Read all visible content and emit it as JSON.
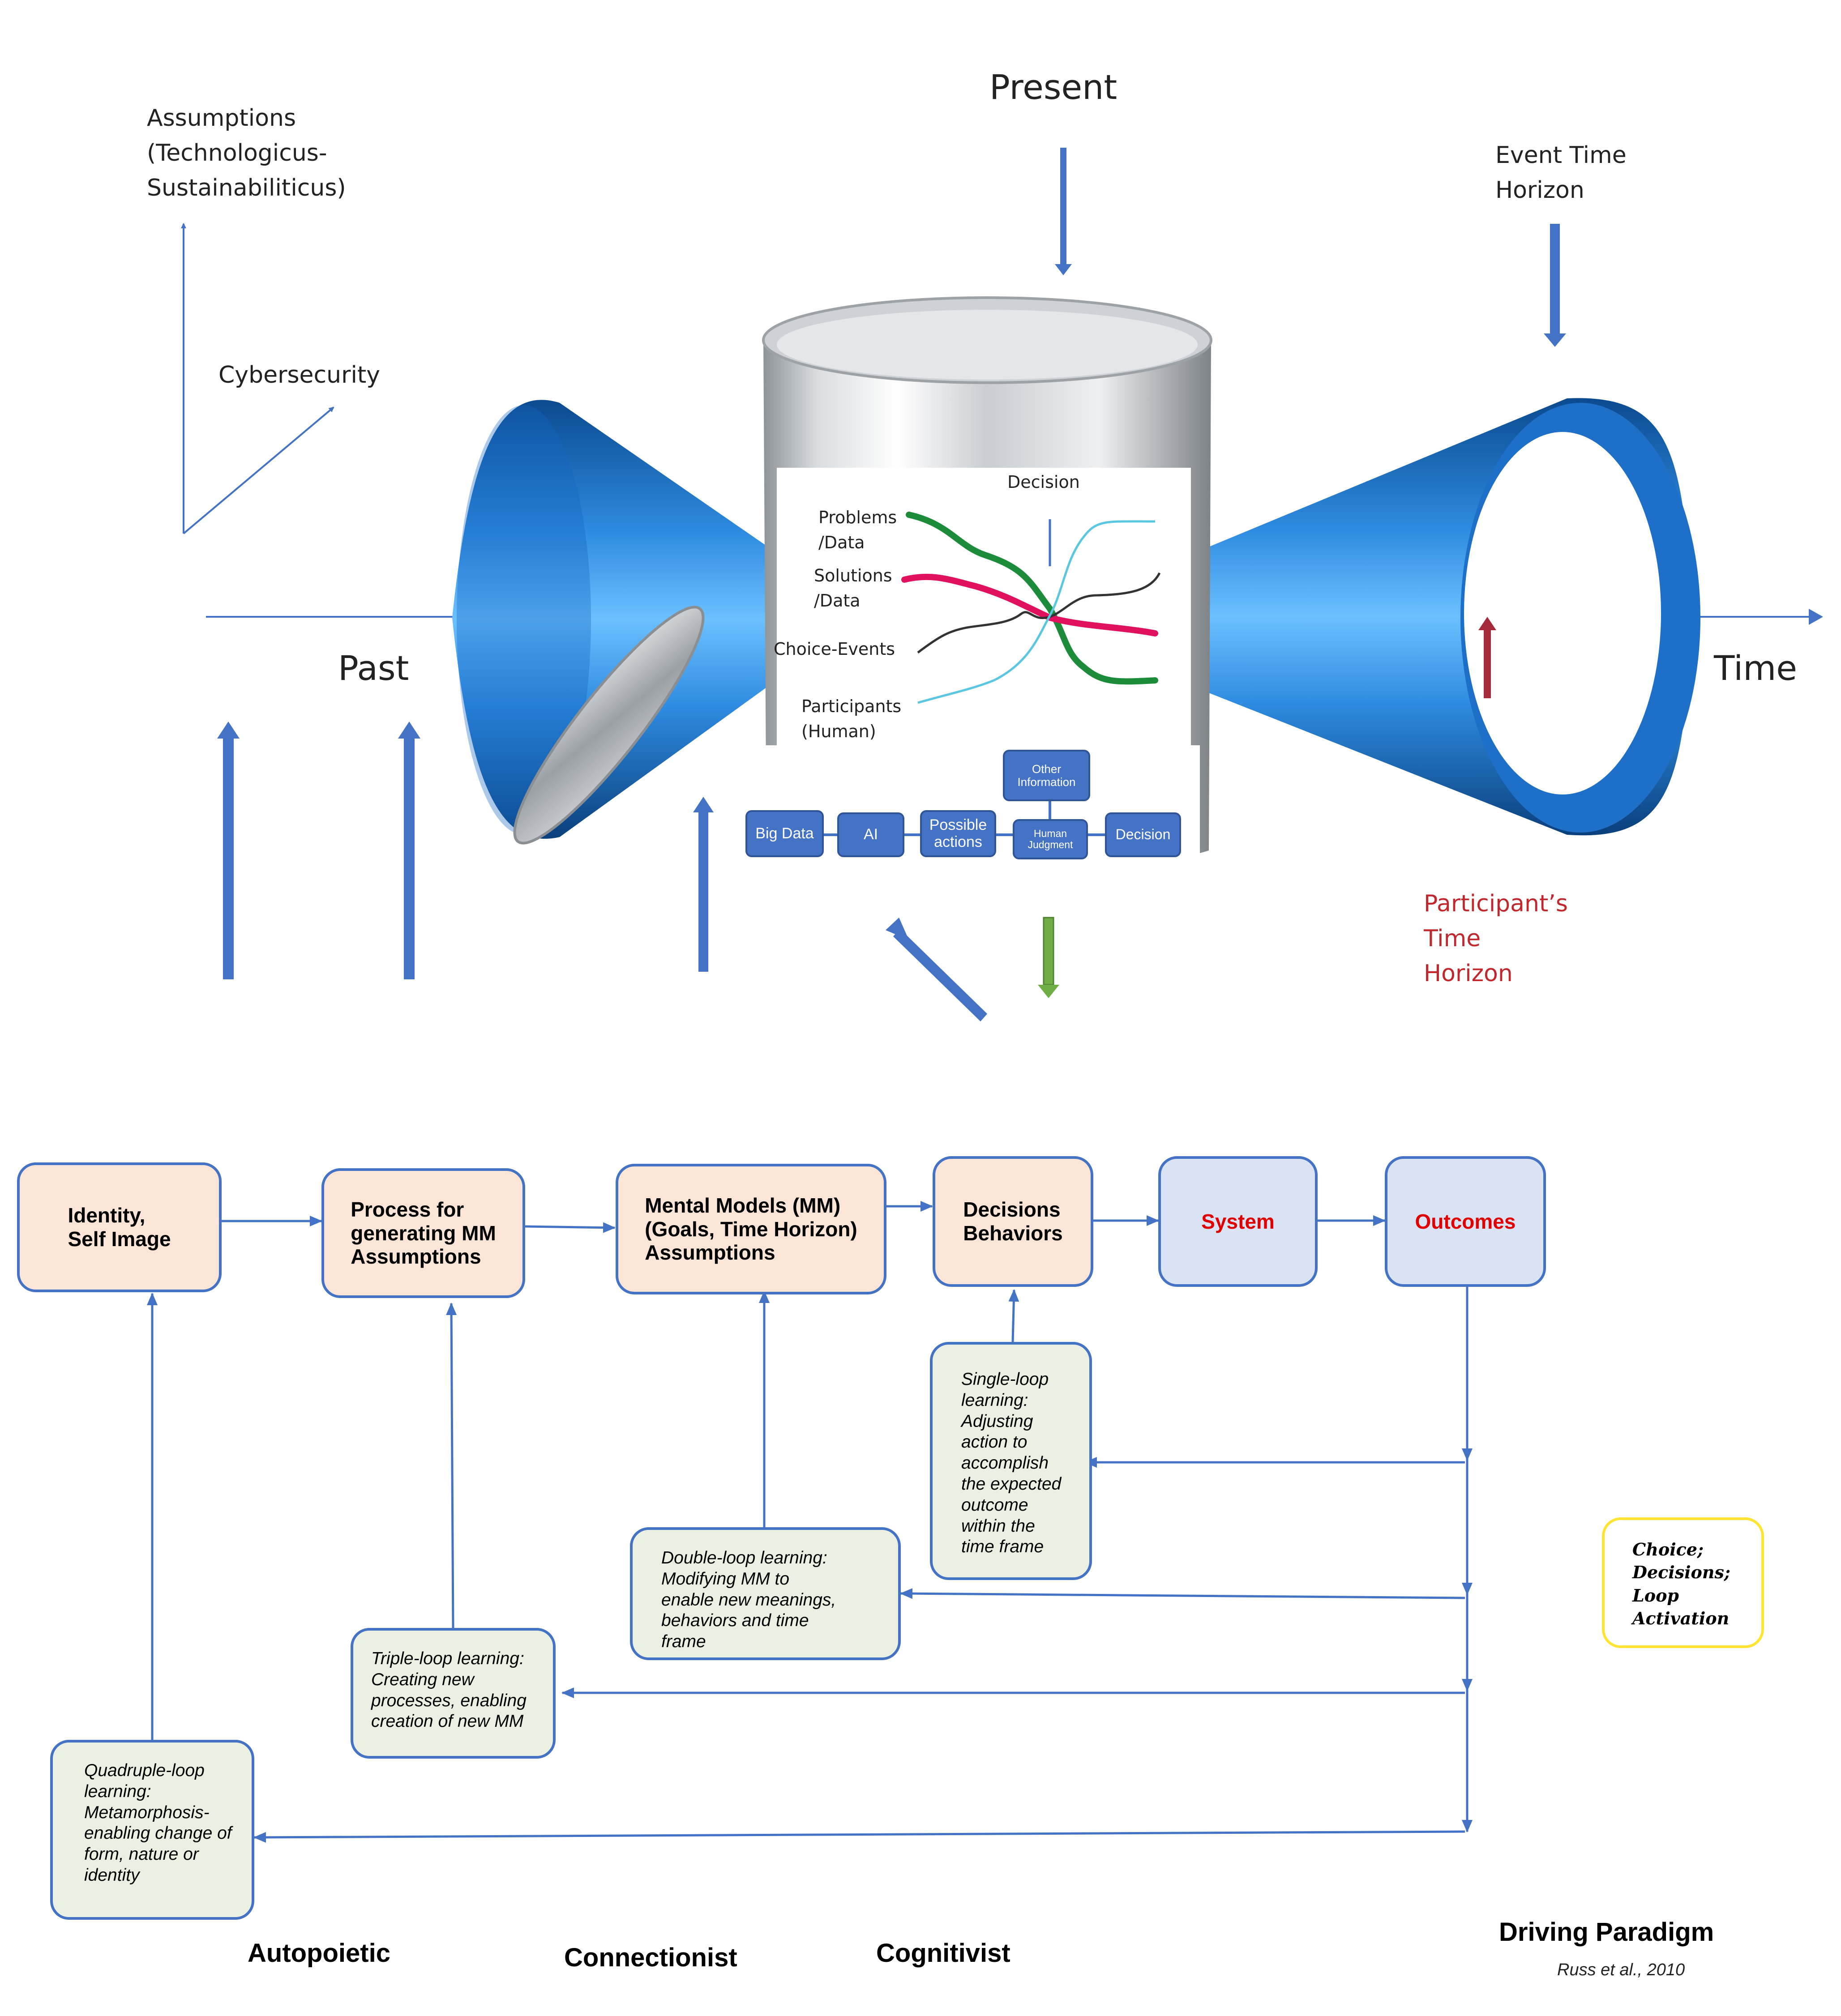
{
  "top": {
    "present": "Present",
    "assumptions": [
      "Assumptions",
      "(Technologicus-",
      "Sustainabiliticus)"
    ],
    "cybersecurity": "Cybersecurity",
    "event_time_horizon": [
      "Event Time",
      "Horizon"
    ],
    "past": "Past",
    "time": "Time",
    "participants_time_horizon": [
      "Participant’s",
      "Time",
      "Horizon"
    ],
    "colors": {
      "arrow": "#4472C4",
      "red_arrow": "#A52A3A",
      "participant_text": "#C0282D",
      "green_arrow": "#70AD47"
    }
  },
  "inset": {
    "decision": "Decision",
    "problems": [
      "Problems",
      "/Data"
    ],
    "solutions": [
      "Solutions",
      "/Data"
    ],
    "choice_events": "Choice-Events",
    "participants": [
      "Participants",
      "(Human)"
    ],
    "flow": {
      "big_data": "Big Data",
      "ai": "AI",
      "possible_actions": [
        "Possible",
        "actions"
      ],
      "other_information": [
        "Other",
        "Information"
      ],
      "human_judgment": [
        "Human",
        "Judgment"
      ],
      "decision": "Decision"
    }
  },
  "flowchart": {
    "identity": [
      "Identity,",
      "Self Image"
    ],
    "process": [
      "Process for",
      "generating MM",
      "Assumptions"
    ],
    "mental_models": [
      "Mental Models (MM)",
      "(Goals, Time Horizon)",
      "Assumptions"
    ],
    "decisions": [
      "Decisions",
      "Behaviors"
    ],
    "system": "System",
    "outcomes": "Outcomes",
    "single_loop": [
      "Single-loop",
      "learning:",
      "Adjusting",
      "action to",
      "accomplish",
      "the expected",
      "outcome",
      "within the",
      "time frame"
    ],
    "double_loop": [
      "Double-loop learning:",
      "Modifying MM to",
      "enable new meanings,",
      "behaviors and time",
      "frame"
    ],
    "triple_loop": [
      "Triple-loop learning:",
      "Creating new",
      "processes, enabling",
      "creation of new MM"
    ],
    "quadruple_loop": [
      "Quadruple-loop",
      "learning:",
      "Metamorphosis-",
      "enabling change of",
      "form, nature or",
      "identity"
    ],
    "note": [
      "Choice;",
      "Decisions;",
      "Loop",
      "Activation"
    ],
    "paradigms": {
      "autopoietic": "Autopoietic",
      "connectionist": "Connectionist",
      "cognitivist": "Cognitivist"
    },
    "driving_paradigm": "Driving Paradigm",
    "citation": "Russ et al., 2010"
  }
}
